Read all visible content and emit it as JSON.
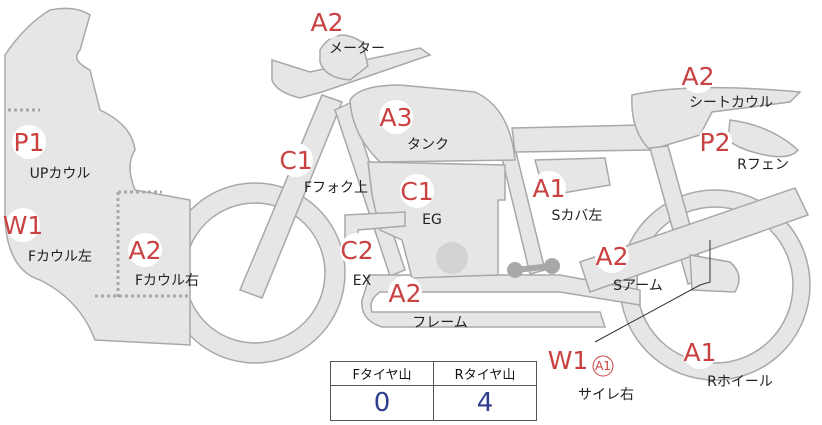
{
  "parts": [
    {
      "id": "meter",
      "code": "A2",
      "name": "メーター"
    },
    {
      "id": "seat-cowl",
      "code": "A2",
      "name": "シートカウル"
    },
    {
      "id": "tank",
      "code": "A3",
      "name": "タンク"
    },
    {
      "id": "rear-fender",
      "code": "P2",
      "name": "Rフェン"
    },
    {
      "id": "upper-cowl",
      "code": "P1",
      "name": "UPカウル"
    },
    {
      "id": "front-fork-left",
      "code": "C1",
      "name": "Fフォク上"
    },
    {
      "id": "engine",
      "code": "C1",
      "name": "EG"
    },
    {
      "id": "side-cover-left",
      "code": "A1",
      "name": "Sカバ左"
    },
    {
      "id": "front-cowl-left",
      "code": "W1",
      "name": "Fカウル左"
    },
    {
      "id": "front-cowl-right",
      "code": "A2",
      "name": "Fカウル右"
    },
    {
      "id": "exhaust",
      "code": "C2",
      "name": "EX"
    },
    {
      "id": "swing-arm",
      "code": "A2",
      "name": "Sアーム"
    },
    {
      "id": "frame",
      "code": "A2",
      "name": "フレーム"
    },
    {
      "id": "silencer-right",
      "code": "W1",
      "sub_code": "A1",
      "name": "サイレ右"
    },
    {
      "id": "rear-wheel",
      "code": "A1",
      "name": "Rホイール"
    }
  ],
  "tread_table": {
    "headers": [
      "Fタイヤ山",
      "Rタイヤ山"
    ],
    "values": [
      "0",
      "4"
    ]
  },
  "colors": {
    "part_fill": "#e6e6e6",
    "part_stroke": "#a8a8a8",
    "code_text": "#c94141",
    "table_value": "#2f3e8f"
  }
}
